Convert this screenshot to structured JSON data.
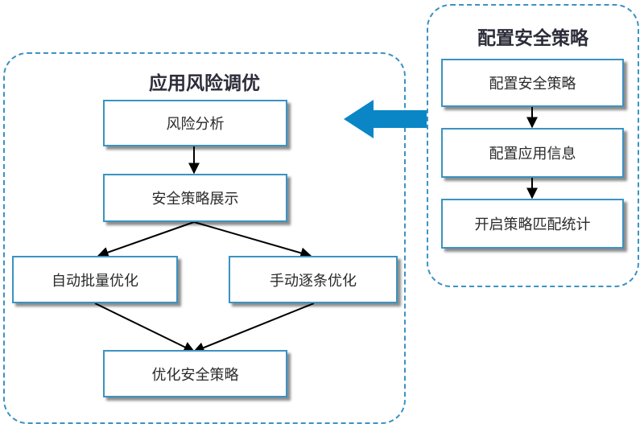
{
  "groups": {
    "left": {
      "title": "应用风险调优"
    },
    "right": {
      "title": "配置安全策略"
    }
  },
  "nodes": {
    "risk_analysis": "风险分析",
    "policy_display": "安全策略展示",
    "auto_batch": "自动批量优化",
    "manual_one_by_one": "手动逐条优化",
    "optimize_policy": "优化安全策略",
    "configure_policy": "配置安全策略",
    "configure_app_info": "配置应用信息",
    "enable_match_stats": "开启策略匹配统计"
  },
  "colors": {
    "border": "#3a93c2",
    "big_arrow": "#0a86c6",
    "edge": "#000000"
  }
}
